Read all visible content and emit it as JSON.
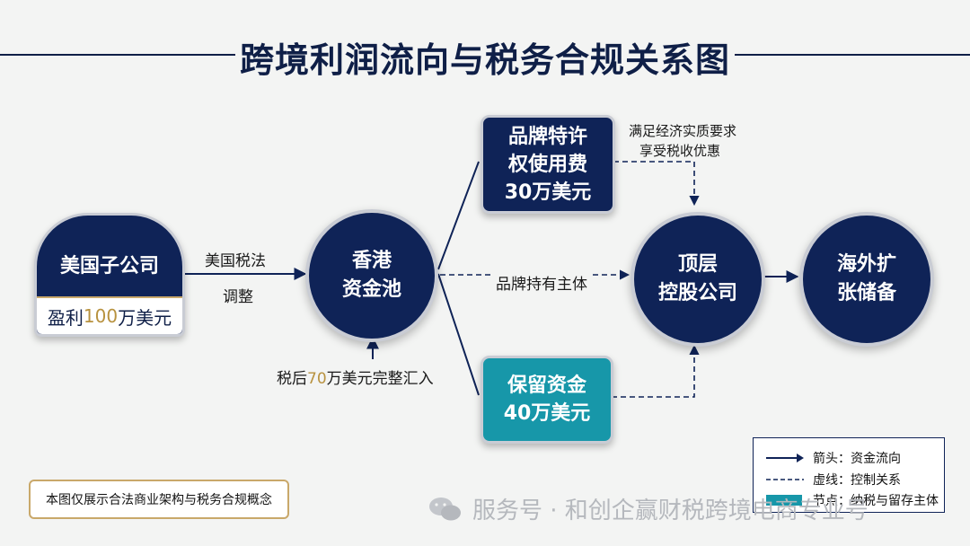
{
  "title": "跨境利润流向与税务合规关系图",
  "nodes": {
    "us_sub": {
      "title": "美国子公司",
      "profit_prefix": "盈利",
      "profit_amount": "100",
      "profit_suffix": "万美元"
    },
    "hk_pool": {
      "line1": "香港",
      "line2": "资金池"
    },
    "brand_fee": {
      "line1": "品牌特许",
      "line2": "权使用费",
      "line3": "30万美元"
    },
    "retained": {
      "line1": "保留资金",
      "line2": "40万美元"
    },
    "holding": {
      "line1": "顶层",
      "line2": "控股公司"
    },
    "overseas": {
      "line1": "海外扩",
      "line2": "张储备"
    }
  },
  "edge_labels": {
    "us_tax_1": "美国税法",
    "us_tax_2": "调整",
    "after_tax_prefix": "税后",
    "after_tax_amount": "70",
    "after_tax_suffix": "万美元完整汇入",
    "brand_holder": "品牌持有主体",
    "substance_1": "满足经济实质要求",
    "substance_2": "享受税收优惠"
  },
  "legend": {
    "arrow": "箭头：资金流向",
    "dashed": "虚线：控制关系",
    "node": "节点：纳税与留存主体"
  },
  "disclaimer": "本图仅展示合法商业架构与税务合规概念",
  "watermark": "服务号 · 和创企赢财税跨境电商专业号",
  "colors": {
    "navy": "#0f2357",
    "teal": "#1797a9",
    "gold": "#b8923f",
    "background": "#f3f4f3"
  }
}
